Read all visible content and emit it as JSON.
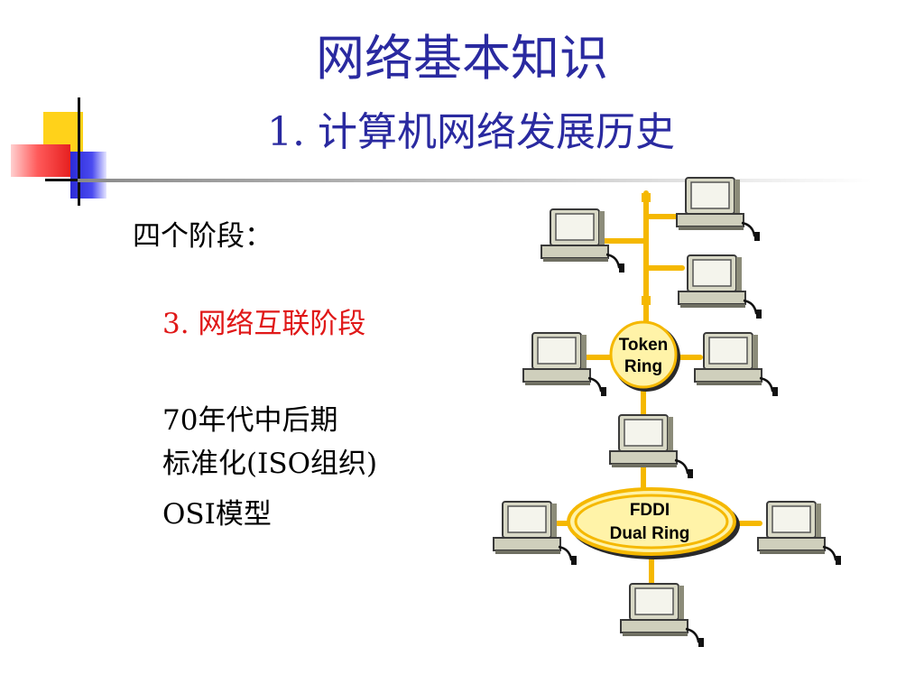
{
  "title": {
    "line1": "网络基本知识",
    "line2": "1. 计算机网络发展历史"
  },
  "content": {
    "stages_label": "四个阶段：",
    "current_phase": "3. 网络互联阶段",
    "era": "70年代中后期",
    "standardization": "标准化(ISO组织)",
    "osi": "OSI模型"
  },
  "diagram": {
    "token_ring": {
      "line1": "Token",
      "line2": "Ring"
    },
    "fddi": {
      "line1": "FDDI",
      "line2": "Dual Ring"
    }
  },
  "colors": {
    "title": "#2a2aa0",
    "phase_highlight": "#e01818",
    "network_cable": "#f5b800",
    "ring_fill": "#fff3a8"
  }
}
